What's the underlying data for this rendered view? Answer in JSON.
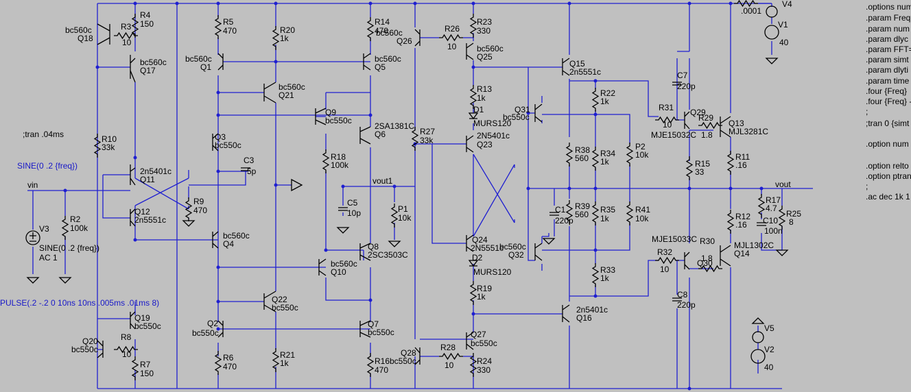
{
  "components": [
    {
      "ref": "R4",
      "value": "150"
    },
    {
      "ref": "R3",
      "value": "10"
    },
    {
      "ref": "Q18",
      "value": "bc560c"
    },
    {
      "ref": "Q17",
      "value": "bc560c"
    },
    {
      "ref": "R10",
      "value": "33k"
    },
    {
      "ref": "Q11",
      "value": "2n5401c"
    },
    {
      "ref": "Q12",
      "value": "2n5551c"
    },
    {
      "ref": "R2",
      "value": "100k"
    },
    {
      "ref": "Q19",
      "value": "bc550c"
    },
    {
      "ref": "Q20",
      "value": "bc550c"
    },
    {
      "ref": "R8",
      "value": "10"
    },
    {
      "ref": "R7",
      "value": "150"
    },
    {
      "ref": "R5",
      "value": "470"
    },
    {
      "ref": "R20",
      "value": "1k"
    },
    {
      "ref": "Q1",
      "value": "bc560c"
    },
    {
      "ref": "Q21",
      "value": "bc560c"
    },
    {
      "ref": "Q3",
      "value": "bc550c"
    },
    {
      "ref": "C3",
      "value": "5p"
    },
    {
      "ref": "R9",
      "value": "470"
    },
    {
      "ref": "Q4",
      "value": "bc560c"
    },
    {
      "ref": "Q22",
      "value": "bc550c"
    },
    {
      "ref": "Q2",
      "value": "bc550c"
    },
    {
      "ref": "R6",
      "value": "470"
    },
    {
      "ref": "R21",
      "value": "1k"
    },
    {
      "ref": "R14",
      "value": "470"
    },
    {
      "ref": "Q5",
      "value": "bc560c"
    },
    {
      "ref": "Q9",
      "value": "bc550c"
    },
    {
      "ref": "Q6",
      "value": "2SA1381C"
    },
    {
      "ref": "R18",
      "value": "100k"
    },
    {
      "ref": "C5",
      "value": "10p"
    },
    {
      "ref": "P1",
      "value": "10k"
    },
    {
      "ref": "Q8",
      "value": "2SC3503C"
    },
    {
      "ref": "Q10",
      "value": "bc560c"
    },
    {
      "ref": "Q7",
      "value": "bc550c"
    },
    {
      "ref": "R16",
      "value": "470"
    },
    {
      "ref": "Q26",
      "value": "bc560c"
    },
    {
      "ref": "R26",
      "value": "10"
    },
    {
      "ref": "R23",
      "value": "330"
    },
    {
      "ref": "Q25",
      "value": "bc560c"
    },
    {
      "ref": "R13",
      "value": "1k"
    },
    {
      "ref": "D1",
      "value": "MURS120"
    },
    {
      "ref": "R27",
      "value": "33k"
    },
    {
      "ref": "Q23",
      "value": "2N5401c"
    },
    {
      "ref": "Q24",
      "value": "2N5551c"
    },
    {
      "ref": "D2",
      "value": "MURS120"
    },
    {
      "ref": "R19",
      "value": "1k"
    },
    {
      "ref": "Q27",
      "value": "bc550c"
    },
    {
      "ref": "Q28",
      "value": "bc550c"
    },
    {
      "ref": "R28",
      "value": "10"
    },
    {
      "ref": "R24",
      "value": "330"
    },
    {
      "ref": "Q15",
      "value": "2n5551c"
    },
    {
      "ref": "R22",
      "value": "1k"
    },
    {
      "ref": "Q31",
      "value": "bc550c"
    },
    {
      "ref": "R38",
      "value": "560"
    },
    {
      "ref": "R34",
      "value": "1k"
    },
    {
      "ref": "P2",
      "value": "10k"
    },
    {
      "ref": "C1",
      "value": "220p"
    },
    {
      "ref": "R39",
      "value": "560"
    },
    {
      "ref": "R35",
      "value": "1k"
    },
    {
      "ref": "R41",
      "value": "10k"
    },
    {
      "ref": "Q32",
      "value": "bc560c"
    },
    {
      "ref": "R33",
      "value": "1k"
    },
    {
      "ref": "Q16",
      "value": "2n5401c"
    },
    {
      "ref": "C7",
      "value": "220p"
    },
    {
      "ref": "R31",
      "value": "10"
    },
    {
      "ref": "Q29",
      "value": "MJE15032C"
    },
    {
      "ref": "R29",
      "value": "1.8"
    },
    {
      "ref": "Q13",
      "value": "MJL3281C"
    },
    {
      "ref": "R15",
      "value": "33"
    },
    {
      "ref": "R11",
      "value": ".16"
    },
    {
      "ref": "R12",
      "value": ".16"
    },
    {
      "ref": "R32",
      "value": "10"
    },
    {
      "ref": "Q30",
      "value": "MJE15033C"
    },
    {
      "ref": "R30",
      "value": "1.8"
    },
    {
      "ref": "Q14",
      "value": "MJL1302C"
    },
    {
      "ref": "C8",
      "value": "220p"
    },
    {
      "ref": "R17",
      "value": "4.7"
    },
    {
      "ref": "C10",
      "value": "100n"
    },
    {
      "ref": "R25",
      "value": "8"
    },
    {
      "ref": "V4",
      "value": ".0001"
    },
    {
      "ref": "V1",
      "value": "40"
    },
    {
      "ref": "V5",
      "value": ""
    },
    {
      "ref": "V2",
      "value": "40"
    },
    {
      "ref": "V3",
      "value": "AC 1"
    }
  ],
  "nets": {
    "vin": "vin",
    "vout": "vout",
    "vout1": "vout1"
  },
  "sources": {
    "v3_sine": "SINE(0 .2 {freq})",
    "v3_sine_top": "SINE(0 .2 {freq})",
    "pulse": "PULSE(.2 -.2 0 10ns 10ns .005ms .01ms 8)"
  },
  "directives": {
    "tran_comment": ";tran .04ms",
    "lines": [
      ".options num",
      ".param Freq",
      ".param num",
      ".param dlyc",
      ".param FFT=",
      ".param simt",
      ".param dlyti",
      ".param time",
      ".four {Freq}",
      ".four {Freq} -",
      ";",
      ";tran 0 {simt",
      "",
      ".option num",
      "",
      ".option relto",
      ".option ptran",
      ";",
      ".ac dec 1k 1"
    ]
  }
}
